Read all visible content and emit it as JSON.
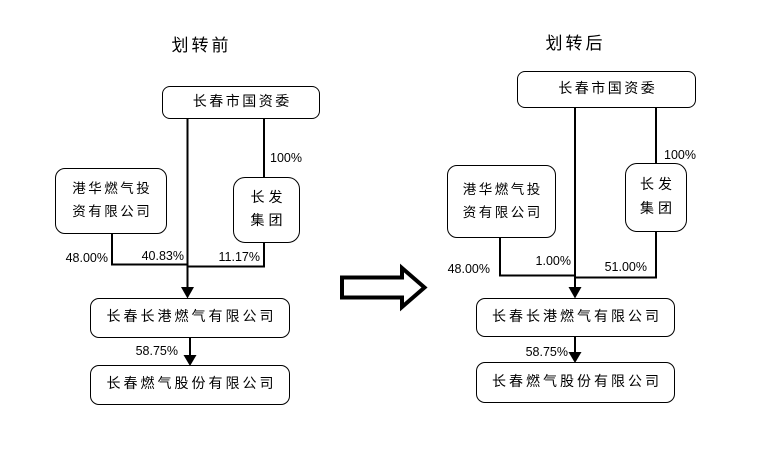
{
  "colors": {
    "line": "#000000",
    "background": "#ffffff"
  },
  "before": {
    "title": "划转前",
    "nodes": {
      "sasac": "长春市国资委",
      "towngas": [
        "港华燃气投",
        "资有限公司"
      ],
      "changfa": [
        "长发",
        "集团"
      ],
      "changgang": "长春长港燃气有限公司",
      "listco": "长春燃气股份有限公司"
    },
    "labels": {
      "changfa_ownership": "100%",
      "towngas_stake": "48.00%",
      "sasac_direct_stake": "40.83%",
      "changfa_stake": "11.17%",
      "changgang_stake": "58.75%"
    }
  },
  "after": {
    "title": "划转后",
    "nodes": {
      "sasac": "长春市国资委",
      "towngas": [
        "港华燃气投",
        "资有限公司"
      ],
      "changfa": [
        "长发",
        "集团"
      ],
      "changgang": "长春长港燃气有限公司",
      "listco": "长春燃气股份有限公司"
    },
    "labels": {
      "changfa_ownership": "100%",
      "towngas_stake": "48.00%",
      "sasac_direct_stake": "1.00%",
      "changfa_stake": "51.00%",
      "changgang_stake": "58.75%"
    }
  }
}
